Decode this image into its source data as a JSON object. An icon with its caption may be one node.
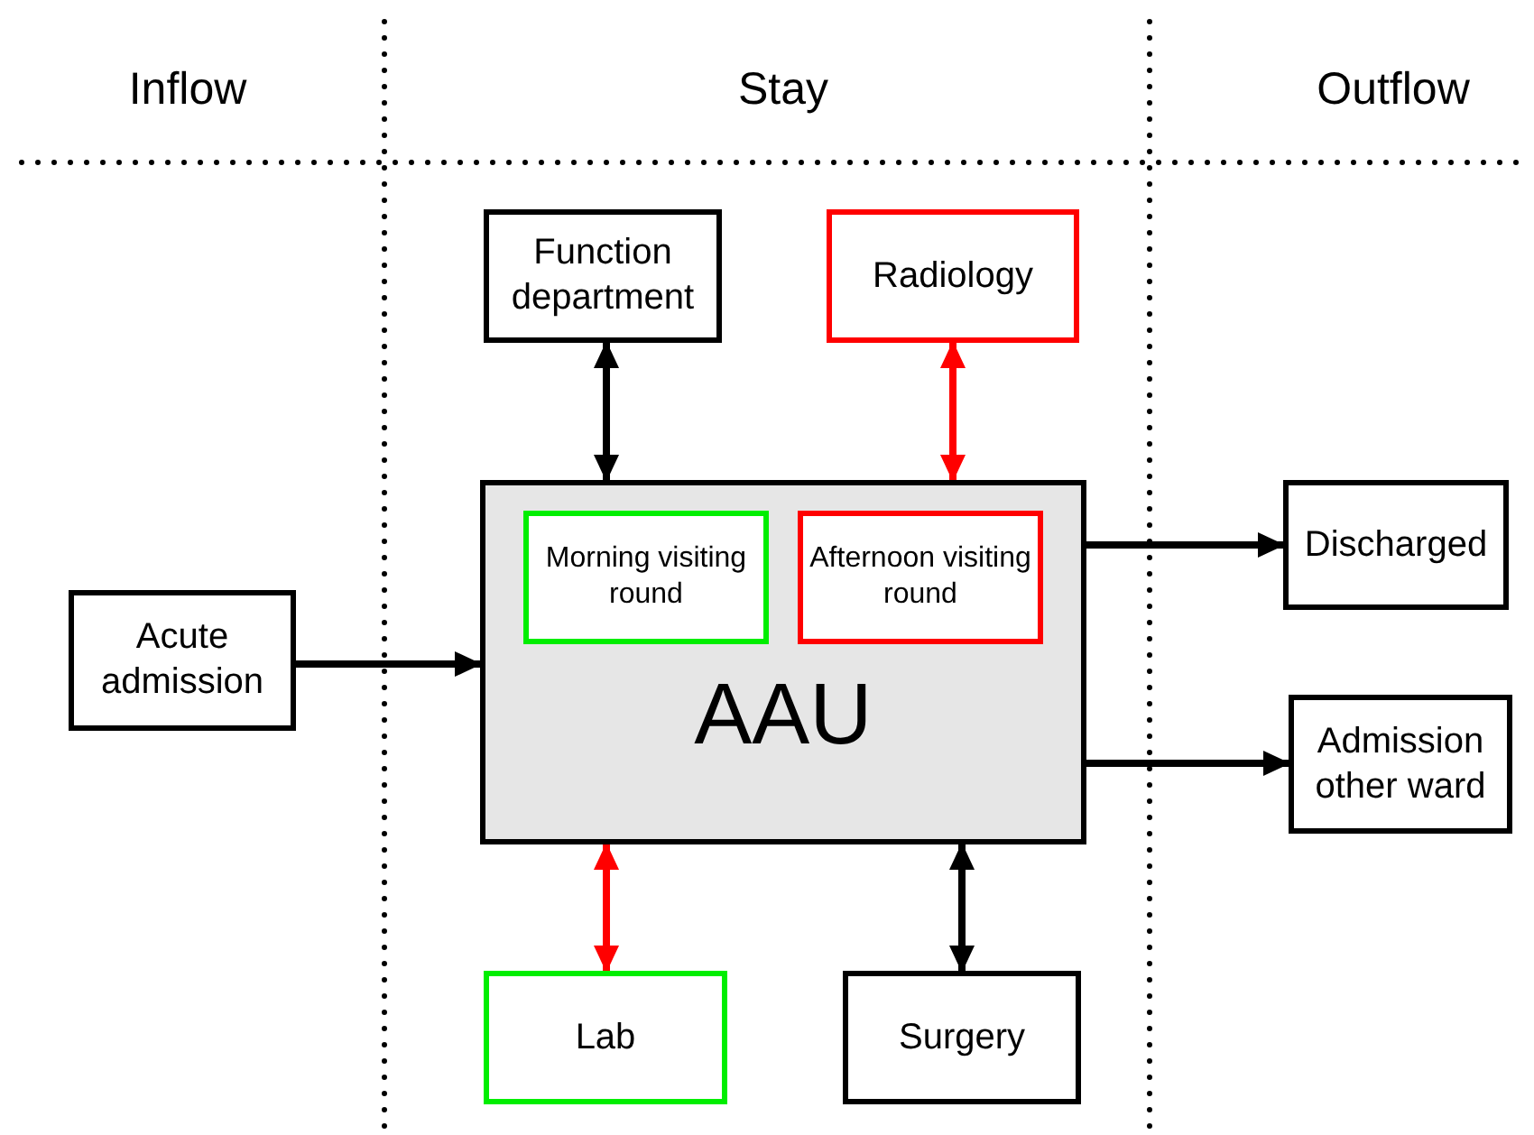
{
  "diagram": {
    "nodes": [
      {
        "text": [
          "Function department"
        ]
      },
      {
        "text": [
          "Radiology"
        ]
      },
      {
        "text": [
          "AAU"
        ]
      },
      {
        "text": [
          "Morning visiting round"
        ],
        "in": 2
      },
      {
        "text": [
          "Afternoon visiting round"
        ],
        "in": 2
      },
      {
        "text": [
          "Acute admission"
        ]
      },
      {
        "text": [
          "Discharged"
        ]
      },
      {
        "text": [
          "Admission other ward"
        ]
      },
      {
        "text": [
          "Lab"
        ]
      },
      {
        "text": [
          "Surgery"
        ]
      }
    ],
    "edges": [
      {
        "from": 0,
        "to": 2,
        "arrow": "both"
      },
      {
        "from": 1,
        "to": 2,
        "arrow": "both",
        "color": "#ff0000"
      },
      {
        "from": 5,
        "to": 2,
        "arrow": "to"
      },
      {
        "from": 2,
        "to": 6,
        "arrow": "to"
      },
      {
        "from": 2,
        "to": 7,
        "arrow": "to"
      },
      {
        "from": 2,
        "to": 8,
        "arrow": "both",
        "color": "#ff0000"
      },
      {
        "from": 2,
        "to": 9,
        "arrow": "both"
      }
    ],
    "labels": [
      "Inflow",
      "Stay",
      "Outflow"
    ]
  }
}
